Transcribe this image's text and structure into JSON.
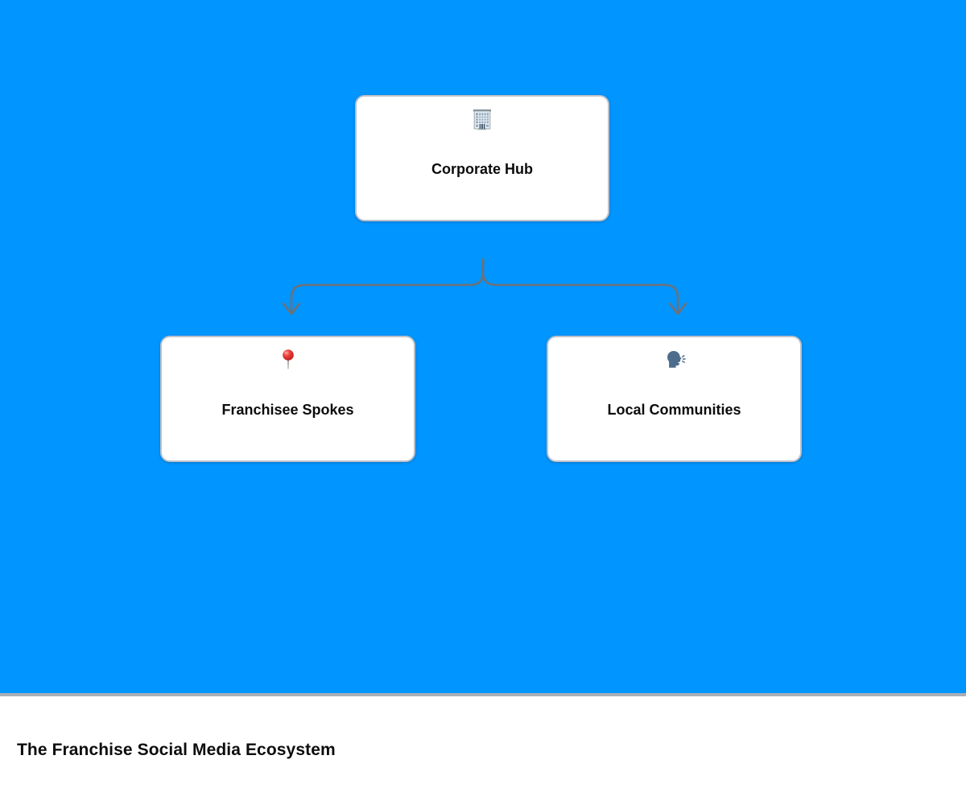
{
  "colors": {
    "canvas_blue": "#0195ff",
    "divider_gray": "#a9aeb8",
    "connector_gray": "#6e7176",
    "node_border": "#bcc1ca"
  },
  "diagram": {
    "type": "hub-spoke",
    "nodes": [
      {
        "id": "corporate-hub",
        "icon": "office-building-icon",
        "label": "Corporate Hub"
      },
      {
        "id": "franchisee-spokes",
        "icon": "round-pushpin-icon",
        "label": "Franchisee Spokes"
      },
      {
        "id": "local-communities",
        "icon": "speaking-head-icon",
        "label": "Local Communities"
      }
    ],
    "edges": [
      {
        "from": "corporate-hub",
        "to": "franchisee-spokes"
      },
      {
        "from": "corporate-hub",
        "to": "local-communities"
      }
    ]
  },
  "caption": {
    "title": "The Franchise Social Media Ecosystem"
  }
}
